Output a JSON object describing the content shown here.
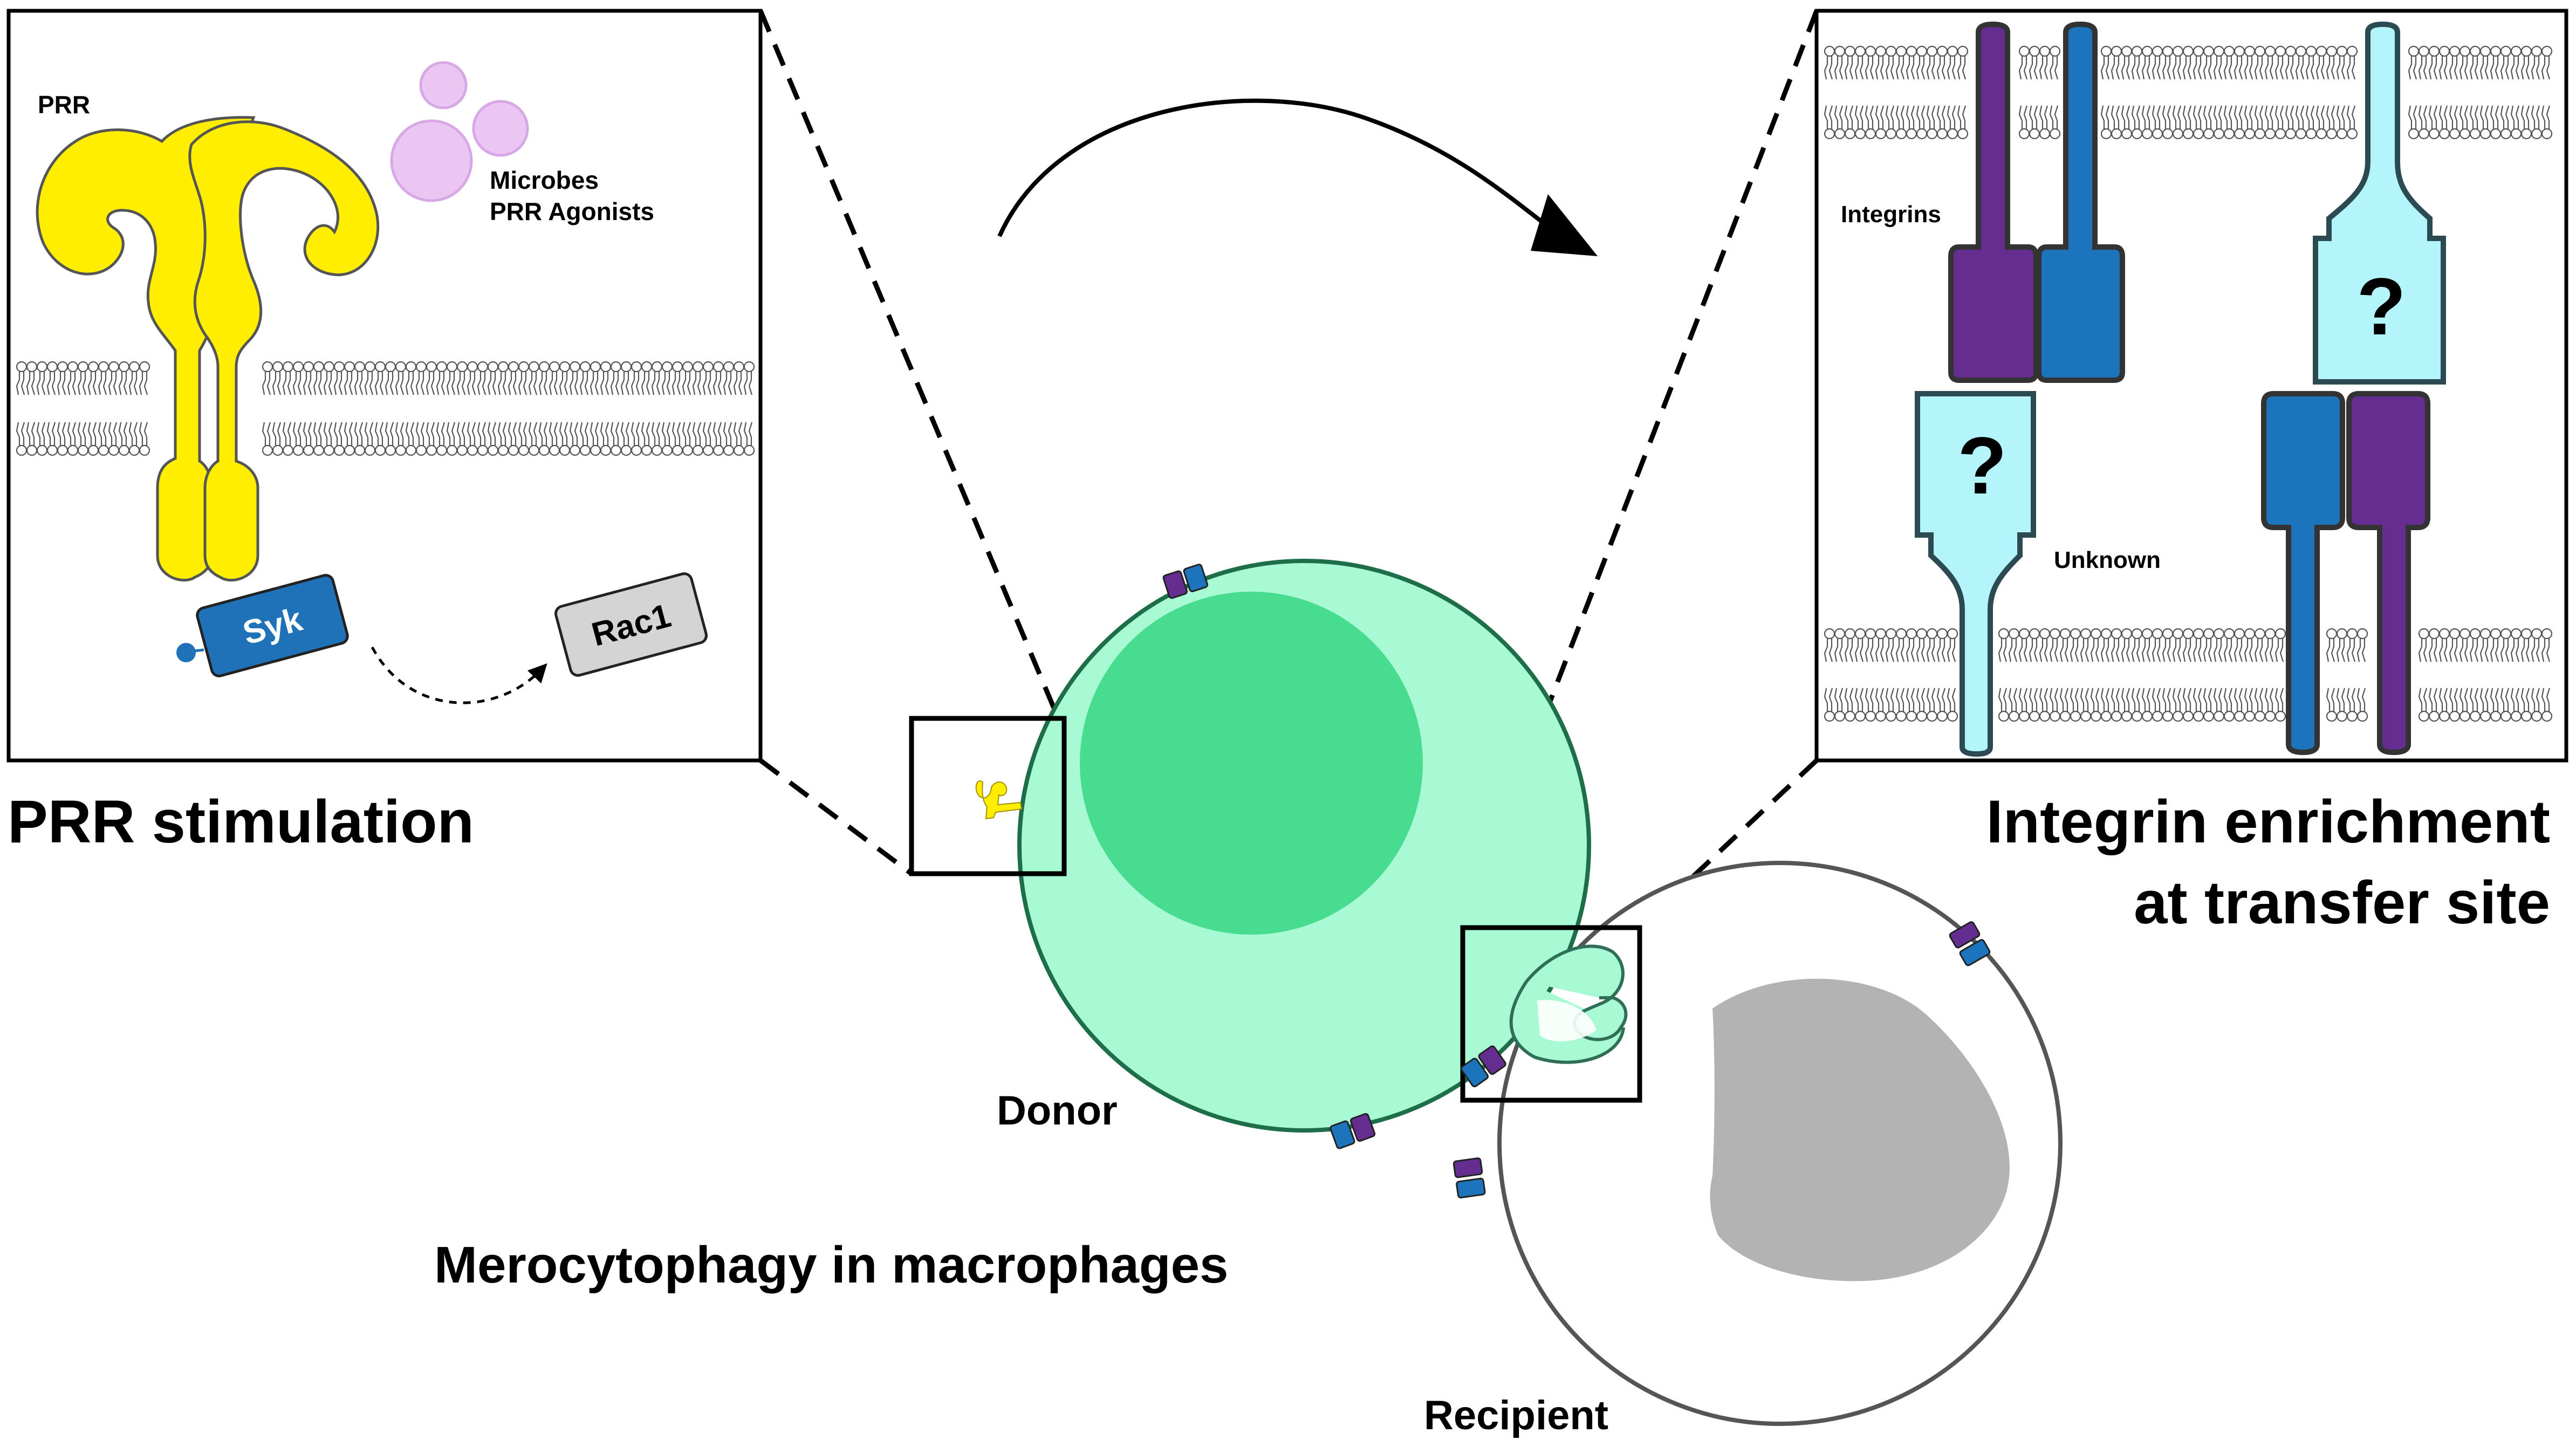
{
  "left_panel": {
    "receptor_label": "PRR",
    "microbes_line1": "Microbes",
    "microbes_line2": "PRR Agonists",
    "kinase_label": "Syk",
    "gtpase_label": "Rac1",
    "caption": "PRR stimulation"
  },
  "right_panel": {
    "integrins_label": "Integrins",
    "unknown_label": "Unknown",
    "question_mark": "?",
    "caption_line1": "Integrin enrichment",
    "caption_line2": "at transfer site"
  },
  "center": {
    "donor_label": "Donor",
    "recipient_label": "Recipient",
    "process_label": "Merocytophagy in macrophages"
  },
  "colors": {
    "prr_yellow": "#ffee00",
    "syk_blue": "#1f72b8",
    "rac1_gray": "#d4d4d4",
    "microbe_lilac": "#e8b8f0",
    "integrin_purple": "#662d91",
    "integrin_blue": "#1c75bc",
    "unknown_cyan": "#b3f5fb",
    "donor_cell": "#a8fad4",
    "donor_nucleus": "#48dc90",
    "recipient_nucleus": "#b3b3b3"
  }
}
